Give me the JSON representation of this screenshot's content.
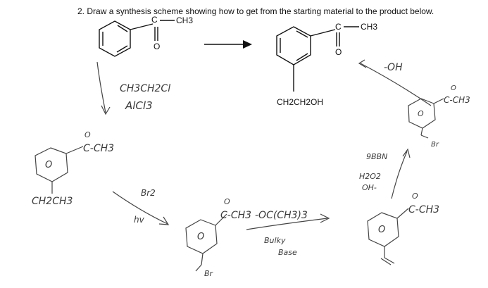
{
  "question": {
    "number": "2.",
    "text": "Draw a synthesis scheme showing how to get from the starting material to the product below."
  },
  "printed_labels": {
    "start_carbonyl_c": "C",
    "start_methyl": "CH3",
    "start_oxygen": "O",
    "product_carbonyl_c": "C",
    "product_methyl": "CH3",
    "product_oxygen": "O",
    "product_substituent": "CH2CH2OH"
  },
  "handwritten": {
    "step1_reagent_a": "CH3CH2Cl",
    "step1_reagent_b": "AlCl3",
    "int1_ketone": "C-CH3",
    "int1_oxygen": "O",
    "int1_ethyl": "CH2CH3",
    "ring_label": "O",
    "step2_reagent": "Br2",
    "step2_light": "hv",
    "int2_ketone": "C-CH3",
    "int2_oxygen": "O",
    "int2_bromo": "Br",
    "step3_reagent": "-OC(CH3)3",
    "step3_note_a": "Bulky",
    "step3_note_b": "Base",
    "int3_ketone": "C-CH3",
    "int3_oxygen": "O",
    "step4_reagent_a": "9BBN",
    "step4_reagent_b": "H2O2",
    "step4_reagent_c": "OH-",
    "final_step_reagent": "-OH",
    "side_ketone": "C-CH3",
    "side_oxygen": "O",
    "side_bromo": "Br"
  }
}
